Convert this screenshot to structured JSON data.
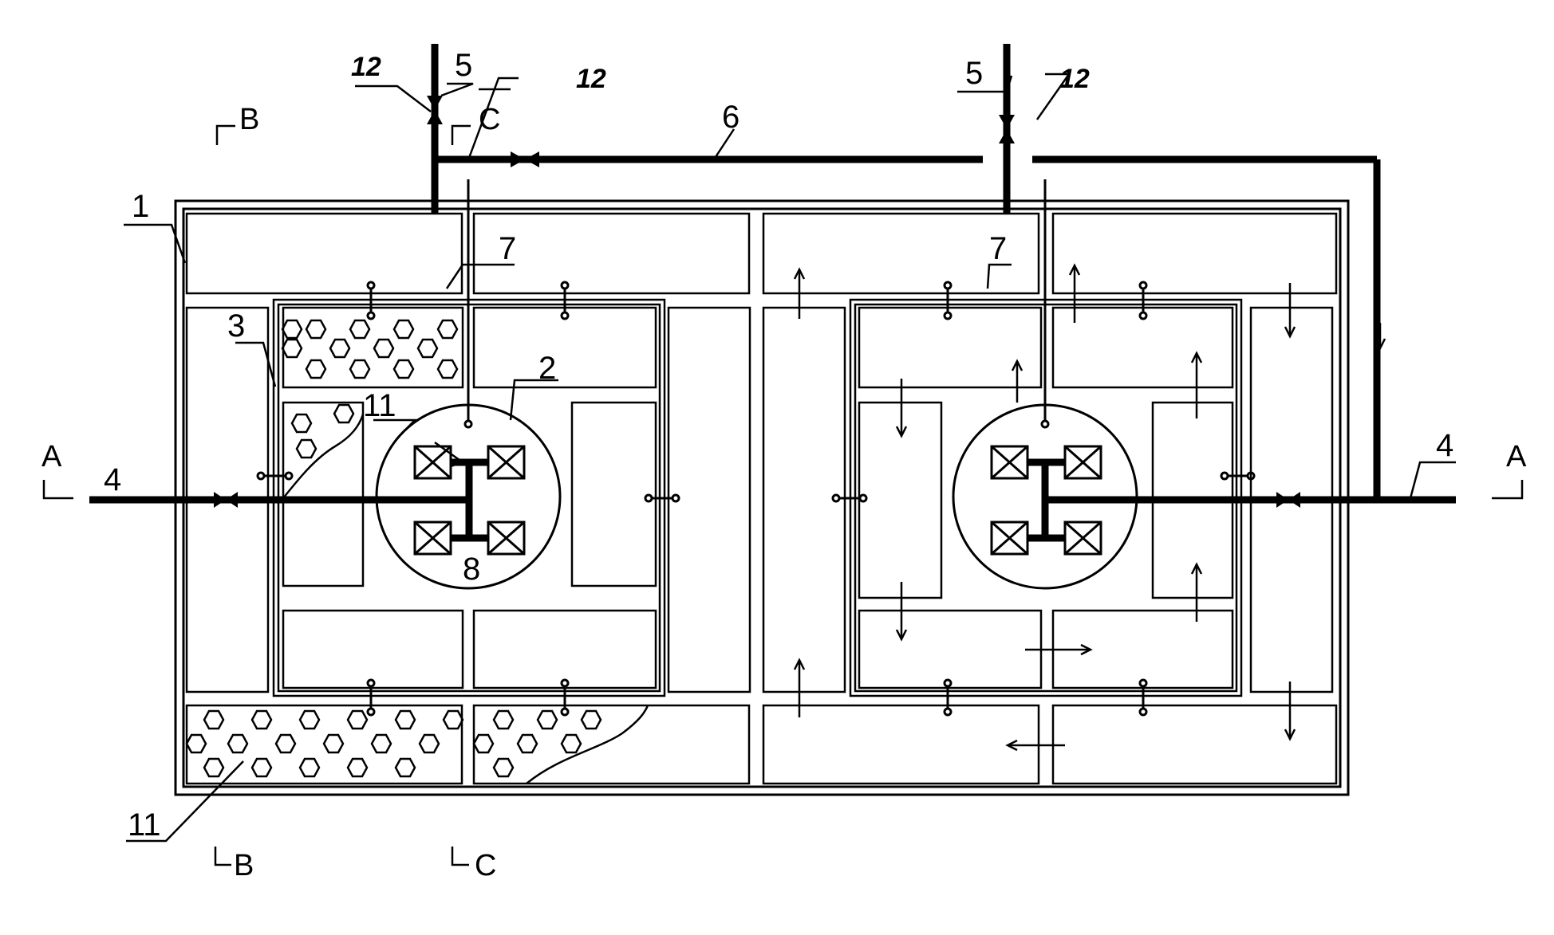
{
  "figure": {
    "part_labels": {
      "p1": "1",
      "p2": "2",
      "p3": "3",
      "p4": "4",
      "p5": "5",
      "p6": "6",
      "p7": "7",
      "p8": "8",
      "p11": "11",
      "p12": "12"
    },
    "section_marks": {
      "a": "A",
      "b": "B",
      "c": "C"
    }
  }
}
